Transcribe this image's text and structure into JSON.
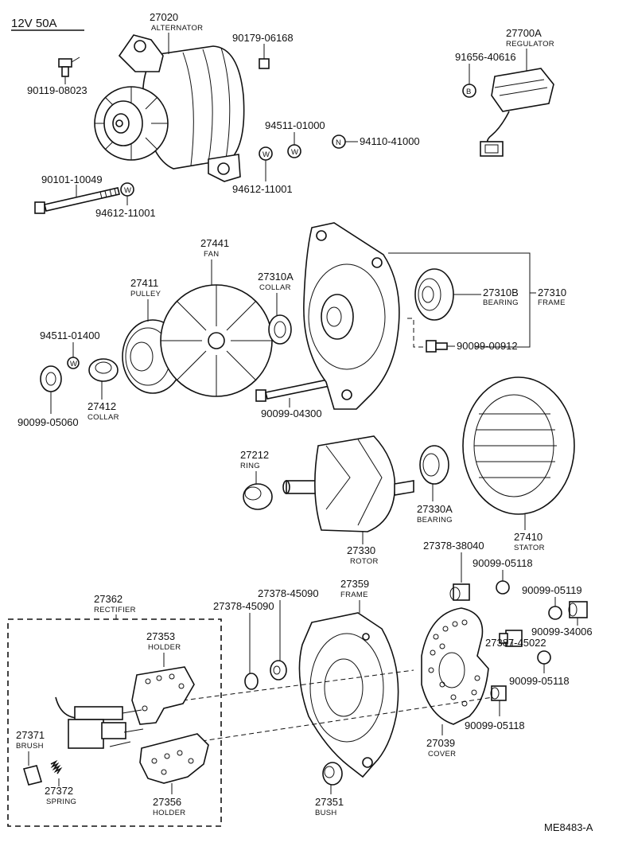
{
  "header": {
    "spec": "12V 50A"
  },
  "footer": {
    "code": "ME8483-A"
  },
  "colors": {
    "ink": "#111111",
    "paper": "#ffffff"
  },
  "parts": {
    "alternator": {
      "number": "27020",
      "name": "ALTERNATOR"
    },
    "regulator": {
      "number": "27700A",
      "name": "REGULATOR"
    },
    "fan": {
      "number": "27441",
      "name": "FAN"
    },
    "pulley": {
      "number": "27411",
      "name": "PULLEY"
    },
    "collar_a": {
      "number": "27310A",
      "name": "COLLAR"
    },
    "bearing_b": {
      "number": "27310B",
      "name": "BEARING"
    },
    "frame_drive": {
      "number": "27310",
      "name": "FRAME"
    },
    "collar": {
      "number": "27412",
      "name": "COLLAR"
    },
    "ring": {
      "number": "27212",
      "name": "RING"
    },
    "rotor": {
      "number": "27330",
      "name": "ROTOR"
    },
    "bearing_a": {
      "number": "27330A",
      "name": "BEARING"
    },
    "stator": {
      "number": "27410",
      "name": "STATOR"
    },
    "rectifier": {
      "number": "27362",
      "name": "RECTIFIER"
    },
    "holder_a": {
      "number": "27353",
      "name": "HOLDER"
    },
    "holder_b": {
      "number": "27356",
      "name": "HOLDER"
    },
    "brush": {
      "number": "27371",
      "name": "BRUSH"
    },
    "spring": {
      "number": "27372",
      "name": "SPRING"
    },
    "frame_rect": {
      "number": "27359",
      "name": "FRAME"
    },
    "bush": {
      "number": "27351",
      "name": "BUSH"
    },
    "cover": {
      "number": "27039",
      "name": "COVER"
    }
  },
  "part_numbers": {
    "p90119_08023": "90119-08023",
    "p90179_06168": "90179-06168",
    "p91656_40616": "91656-40616",
    "p94511_01000": "94511-01000",
    "p94110_41000": "94110-41000",
    "p90101_10049": "90101-10049",
    "p94612_11001_a": "94612-11001",
    "p94612_11001_b": "94612-11001",
    "p94511_01400": "94511-01400",
    "p90099_05060": "90099-05060",
    "p90099_04300": "90099-04300",
    "p90099_00912": "90099-00912",
    "p27378_38040": "27378-38040",
    "p90099_05118_a": "90099-05118",
    "p90099_05119": "90099-05119",
    "p90099_34006": "90099-34006",
    "p27387_45022": "27387-45022",
    "p90099_05118_b": "90099-05118",
    "p90099_05118_c": "90099-05118",
    "p27378_45090_a": "27378-45090",
    "p27378_45090_b": "27378-45090"
  },
  "hardware_marks": {
    "washer": "W",
    "nut": "N",
    "bolt": "B"
  }
}
